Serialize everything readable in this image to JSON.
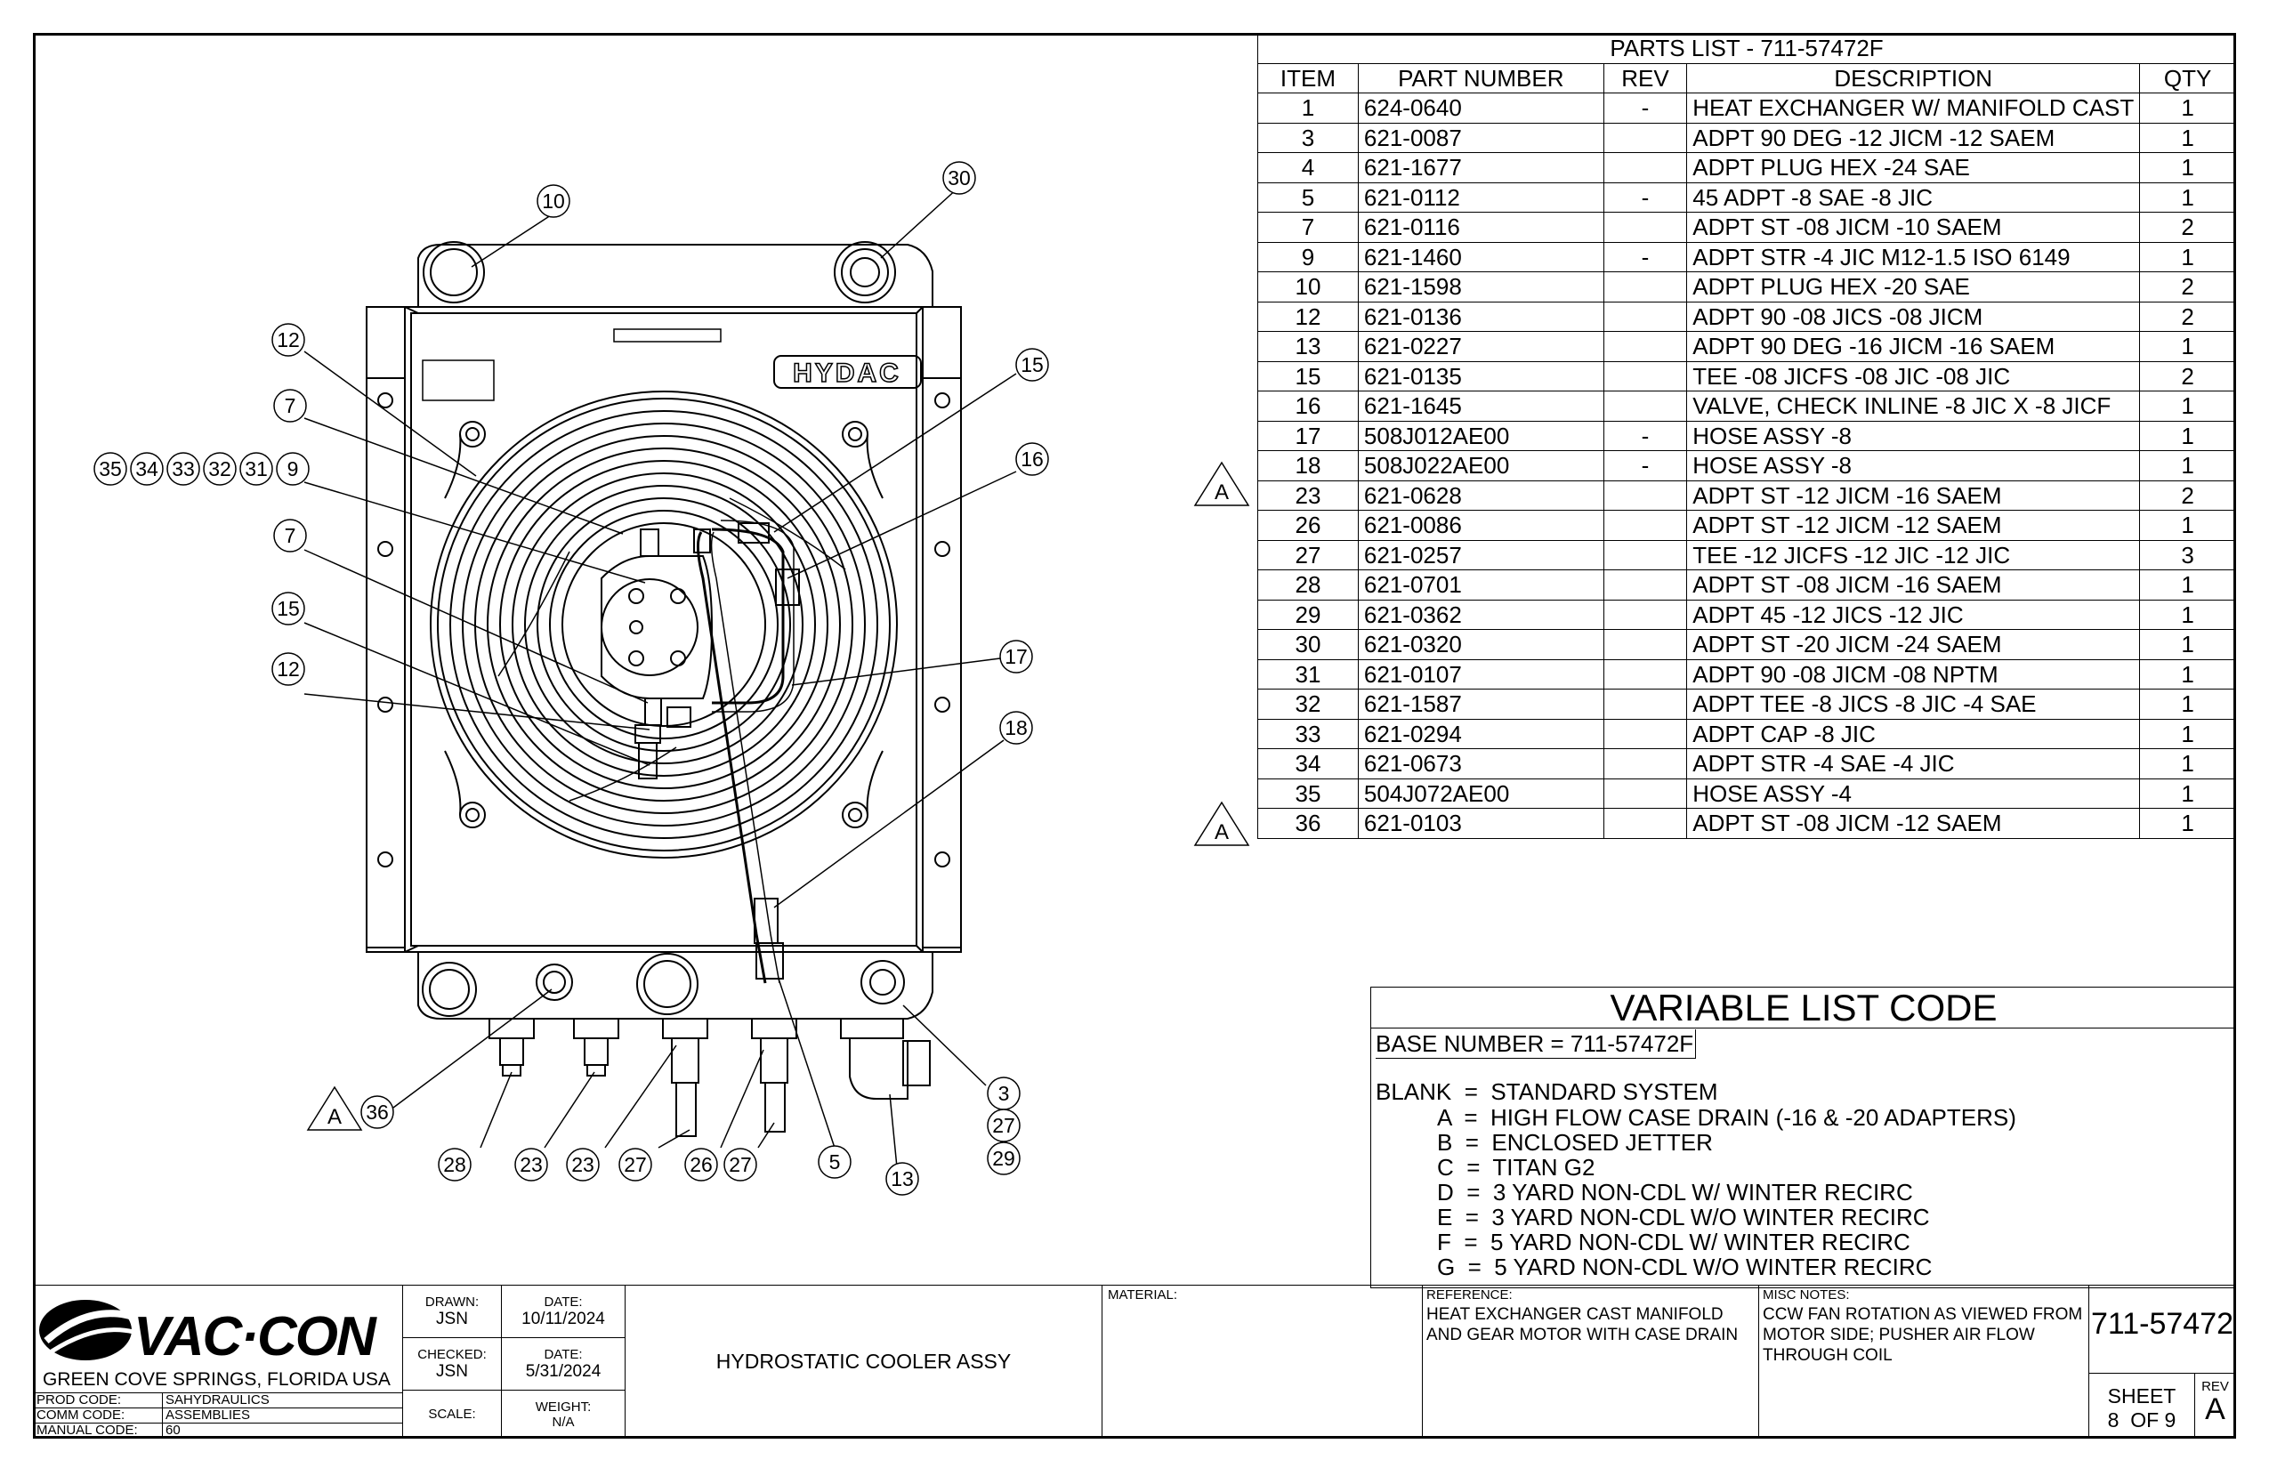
{
  "parts_list": {
    "title": "PARTS LIST - 711-57472F",
    "headers": [
      "ITEM",
      "PART NUMBER",
      "REV",
      "DESCRIPTION",
      "QTY"
    ],
    "rows": [
      {
        "item": "1",
        "part": "624-0640",
        "rev": "-",
        "desc": "HEAT EXCHANGER W/ MANIFOLD CAST",
        "qty": "1"
      },
      {
        "item": "3",
        "part": "621-0087",
        "rev": "",
        "desc": "ADPT 90 DEG -12 JICM -12 SAEM",
        "qty": "1"
      },
      {
        "item": "4",
        "part": "621-1677",
        "rev": "",
        "desc": "ADPT PLUG HEX -24 SAE",
        "qty": "1"
      },
      {
        "item": "5",
        "part": "621-0112",
        "rev": "-",
        "desc": "45 ADPT -8 SAE -8 JIC",
        "qty": "1"
      },
      {
        "item": "7",
        "part": "621-0116",
        "rev": "",
        "desc": "ADPT ST -08 JICM -10 SAEM",
        "qty": "2"
      },
      {
        "item": "9",
        "part": "621-1460",
        "rev": "-",
        "desc": "ADPT STR -4 JIC M12-1.5 ISO 6149",
        "qty": "1"
      },
      {
        "item": "10",
        "part": "621-1598",
        "rev": "",
        "desc": "ADPT PLUG HEX -20 SAE",
        "qty": "2"
      },
      {
        "item": "12",
        "part": "621-0136",
        "rev": "",
        "desc": "ADPT 90 -08 JICS -08 JICM",
        "qty": "2"
      },
      {
        "item": "13",
        "part": "621-0227",
        "rev": "",
        "desc": "ADPT 90 DEG -16 JICM -16 SAEM",
        "qty": "1"
      },
      {
        "item": "15",
        "part": "621-0135",
        "rev": "",
        "desc": "TEE -08 JICFS -08 JIC -08 JIC",
        "qty": "2"
      },
      {
        "item": "16",
        "part": "621-1645",
        "rev": "",
        "desc": "VALVE, CHECK INLINE -8 JIC X -8 JICF",
        "qty": "1"
      },
      {
        "item": "17",
        "part": "508J012AE00",
        "rev": "-",
        "desc": "HOSE ASSY -8",
        "qty": "1"
      },
      {
        "item": "18",
        "part": "508J022AE00",
        "rev": "-",
        "desc": "HOSE ASSY -8",
        "qty": "1"
      },
      {
        "item": "23",
        "part": "621-0628",
        "rev": "",
        "desc": "ADPT ST -12 JICM -16 SAEM",
        "qty": "2"
      },
      {
        "item": "26",
        "part": "621-0086",
        "rev": "",
        "desc": "ADPT ST -12 JICM -12 SAEM",
        "qty": "1"
      },
      {
        "item": "27",
        "part": "621-0257",
        "rev": "",
        "desc": "TEE -12 JICFS -12 JIC -12 JIC",
        "qty": "3"
      },
      {
        "item": "28",
        "part": "621-0701",
        "rev": "",
        "desc": "ADPT ST -08 JICM -16 SAEM",
        "qty": "1"
      },
      {
        "item": "29",
        "part": "621-0362",
        "rev": "",
        "desc": "ADPT 45 -12 JICS -12 JIC",
        "qty": "1"
      },
      {
        "item": "30",
        "part": "621-0320",
        "rev": "",
        "desc": "ADPT ST -20 JICM -24 SAEM",
        "qty": "1"
      },
      {
        "item": "31",
        "part": "621-0107",
        "rev": "",
        "desc": "ADPT 90 -08 JICM -08 NPTM",
        "qty": "1"
      },
      {
        "item": "32",
        "part": "621-1587",
        "rev": "",
        "desc": "ADPT TEE -8 JICS -8 JIC -4 SAE",
        "qty": "1"
      },
      {
        "item": "33",
        "part": "621-0294",
        "rev": "",
        "desc": "ADPT CAP -8 JIC",
        "qty": "1"
      },
      {
        "item": "34",
        "part": "621-0673",
        "rev": "",
        "desc": "ADPT STR -4 SAE -4 JIC",
        "qty": "1"
      },
      {
        "item": "35",
        "part": "504J072AE00",
        "rev": "",
        "desc": "HOSE ASSY -4",
        "qty": "1"
      },
      {
        "item": "36",
        "part": "621-0103",
        "rev": "",
        "desc": "ADPT ST -08 JICM -12 SAEM",
        "qty": "1"
      }
    ],
    "revision_flags": [
      "A",
      "A"
    ]
  },
  "variable_list": {
    "title": "VARIABLE LIST CODE",
    "base_number": "BASE NUMBER = 711-57472F",
    "options": [
      "BLANK  =  STANDARD SYSTEM",
      "A  =  HIGH FLOW CASE DRAIN (-16 & -20 ADAPTERS)",
      "B  =  ENCLOSED JETTER",
      "C  =  TITAN G2",
      "D  =  3 YARD NON-CDL W/ WINTER RECIRC",
      "E  =  3 YARD NON-CDL W/O WINTER RECIRC",
      "F  =  5 YARD NON-CDL W/ WINTER RECIRC",
      "G  =  5 YARD NON-CDL W/O WINTER RECIRC"
    ]
  },
  "drawing": {
    "brand_label": "HYDAC",
    "balloons_left": [
      "12",
      "7",
      "7",
      "15",
      "12"
    ],
    "balloon_row": [
      "35",
      "34",
      "33",
      "32",
      "31",
      "9"
    ],
    "balloons_top": [
      "10",
      "30"
    ],
    "balloons_right": [
      "15",
      "16",
      "17",
      "18"
    ],
    "balloons_bottom": [
      "36",
      "28",
      "23",
      "23",
      "27",
      "26",
      "27",
      "5",
      "13",
      "3",
      "27",
      "29"
    ],
    "rev_flag": "A"
  },
  "title_block": {
    "company": "VAC·CON",
    "location": "GREEN COVE SPRINGS, FLORIDA USA",
    "prod_code_label": "PROD CODE:",
    "prod_code": "SAHYDRAULICS",
    "comm_code_label": "COMM CODE:",
    "comm_code": "ASSEMBLIES",
    "manual_code_label": "MANUAL CODE:",
    "manual_code": "60",
    "drawn_label": "DRAWN:",
    "drawn": "JSN",
    "date_label": "DATE:",
    "drawn_date": "10/11/2024",
    "checked_label": "CHECKED:",
    "checked": "JSN",
    "checked_date": "5/31/2024",
    "scale_label": "SCALE:",
    "weight_label": "WEIGHT:",
    "weight": "N/A",
    "title": "HYDROSTATIC COOLER ASSY",
    "material_label": "MATERIAL:",
    "reference_label": "REFERENCE:",
    "reference": "HEAT EXCHANGER CAST MANIFOLD AND GEAR MOTOR WITH CASE DRAIN",
    "misc_label": "MISC NOTES:",
    "misc": "CCW FAN ROTATION AS VIEWED FROM MOTOR SIDE; PUSHER AIR FLOW THROUGH COIL",
    "drawing_number": "711-57472",
    "sheet_label": "SHEET",
    "sheet": "8  OF 9",
    "rev_label": "REV",
    "rev": "A"
  }
}
